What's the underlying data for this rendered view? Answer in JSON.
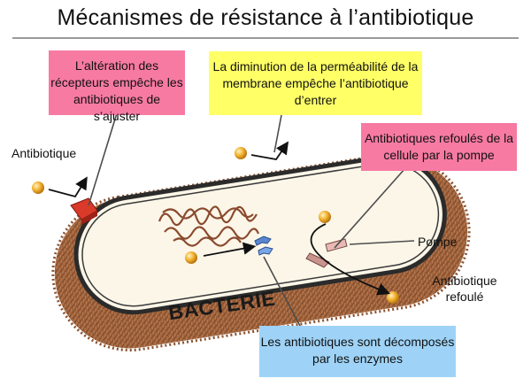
{
  "title": "Mécanismes de résistance à l’antibiotique",
  "callouts": {
    "receptor": "L’altération des récepteurs  empêche les antibiotiques de s’ajuster",
    "permeability": "La diminution de la perméabilité de la membrane empêche l’antibiotique d’entrer",
    "pump": "Antibiotiques refoulés de la cellule par la pompe",
    "enzymes": "Les antibiotiques sont décomposés par les enzymes"
  },
  "labels": {
    "antibiotic": "Antibiotique",
    "pump": "Pompe",
    "expelled_line1": "Antibiotique",
    "expelled_line2": "refoulé",
    "bacteria": "BACTERIE"
  },
  "colors": {
    "pink_box": "#f77aa3",
    "yellow_box": "#ffff66",
    "blue_box": "#9ed3f7",
    "cell_wall": "#a0643c",
    "cytoplasm": "#fbf6e8",
    "dna": "#8b4a2e",
    "antibiotic": "#f2b12e",
    "receptor": "#d93a2a",
    "enzyme": "#5a86cf",
    "pump": "#e8b9b4"
  },
  "icons": [
    "antibiotic-molecule-icon",
    "receptor-icon",
    "enzyme-icon",
    "pump-icon",
    "dna-icon"
  ]
}
